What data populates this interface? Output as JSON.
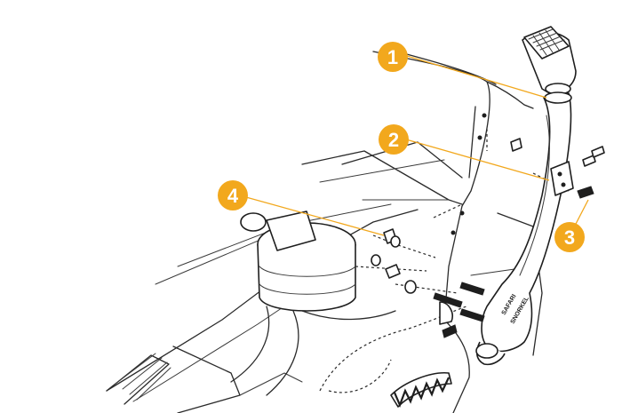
{
  "callouts": [
    {
      "number": "1",
      "color": "#F2A81D"
    },
    {
      "number": "2",
      "color": "#F2A81D"
    },
    {
      "number": "3",
      "color": "#F2A81D"
    },
    {
      "number": "4",
      "color": "#F2A81D"
    }
  ],
  "snorkel_branding": {
    "line1": "SAFARI",
    "line2": "SNORKEL"
  }
}
